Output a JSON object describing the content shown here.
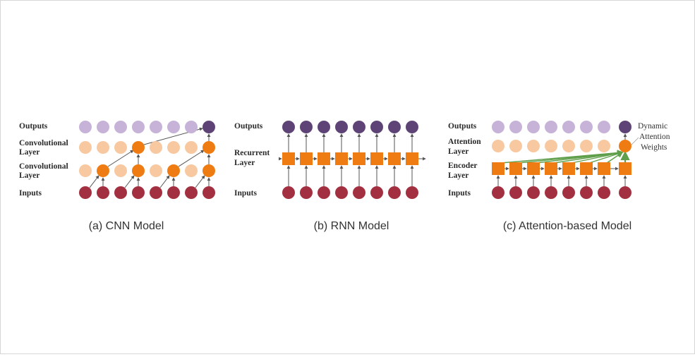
{
  "colors": {
    "input": "#a33040",
    "output_dark": "#5e4476",
    "output_light": "#c7b2d8",
    "hidden_light": "#f8c9a0",
    "hidden_dark": "#ef7c12",
    "arrow": "#555555",
    "attention_arrow": "#5f9e4a"
  },
  "panels": {
    "cnn": {
      "labels": {
        "outputs": "Outputs",
        "conv_top_1": "Convolutional",
        "conv_top_2": "Layer",
        "conv_bottom_1": "Convolutional",
        "conv_bottom_2": "Layer",
        "inputs": "Inputs"
      },
      "caption": "(a) CNN Model"
    },
    "rnn": {
      "labels": {
        "outputs": "Outputs",
        "recurrent_1": "Recurrent",
        "recurrent_2": "Layer",
        "inputs": "Inputs"
      },
      "caption": "(b) RNN Model"
    },
    "attention": {
      "labels": {
        "outputs": "Outputs",
        "attention_1": "Attention",
        "attention_2": "Layer",
        "encoder_1": "Encoder",
        "encoder_2": "Layer",
        "inputs": "Inputs",
        "weights_1": "Dynamic",
        "weights_2": "Attention",
        "weights_3": "Weights"
      },
      "caption": "(c) Attention-based Model"
    }
  }
}
